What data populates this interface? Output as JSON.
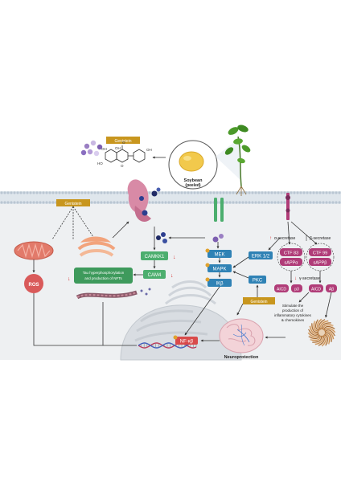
{
  "genistein_top": "Genistein",
  "genistein_left": "Genistein",
  "genistein_bottom": "Genistein",
  "soybean": {
    "line1": "Soybean",
    "line2": "(peeled)"
  },
  "molecule": {
    "oh_top": "OH",
    "oh_right": "OH",
    "oh_left": "HO",
    "oh_bottom": "OH",
    "o_ring": "O",
    "o_carbonyl": "O"
  },
  "ros": "ROS",
  "camkk1": "CAMKK1",
  "cam4": "CAM4",
  "tau": {
    "line1": "Tau hyperphosphorylation",
    "line2": "and production of NFTs"
  },
  "mek": "MEK",
  "mapk": "MAPK",
  "ikb": "IKβ",
  "erk": "ERK 1/2",
  "pkc": "PKC",
  "nfkb": "NF-κβ",
  "alpha_secretase": "α-secretase",
  "beta_secretase": "β-secretase",
  "ctf83": "CTF 83",
  "sappa": "sAPPα",
  "ctf99": "CTF 99",
  "sappb": "sAPPβ",
  "gamma_secretase": "γ-secretase",
  "aicd1": "AICD",
  "p3": "p3",
  "aicd2": "AICD",
  "abeta": "Aβ",
  "inflam": {
    "line1": "Stimulate the",
    "line2": "production of",
    "line3": "inflammatory cytokines",
    "line4": "& chemokines"
  },
  "neuroprotection": "Neuroprotection"
}
